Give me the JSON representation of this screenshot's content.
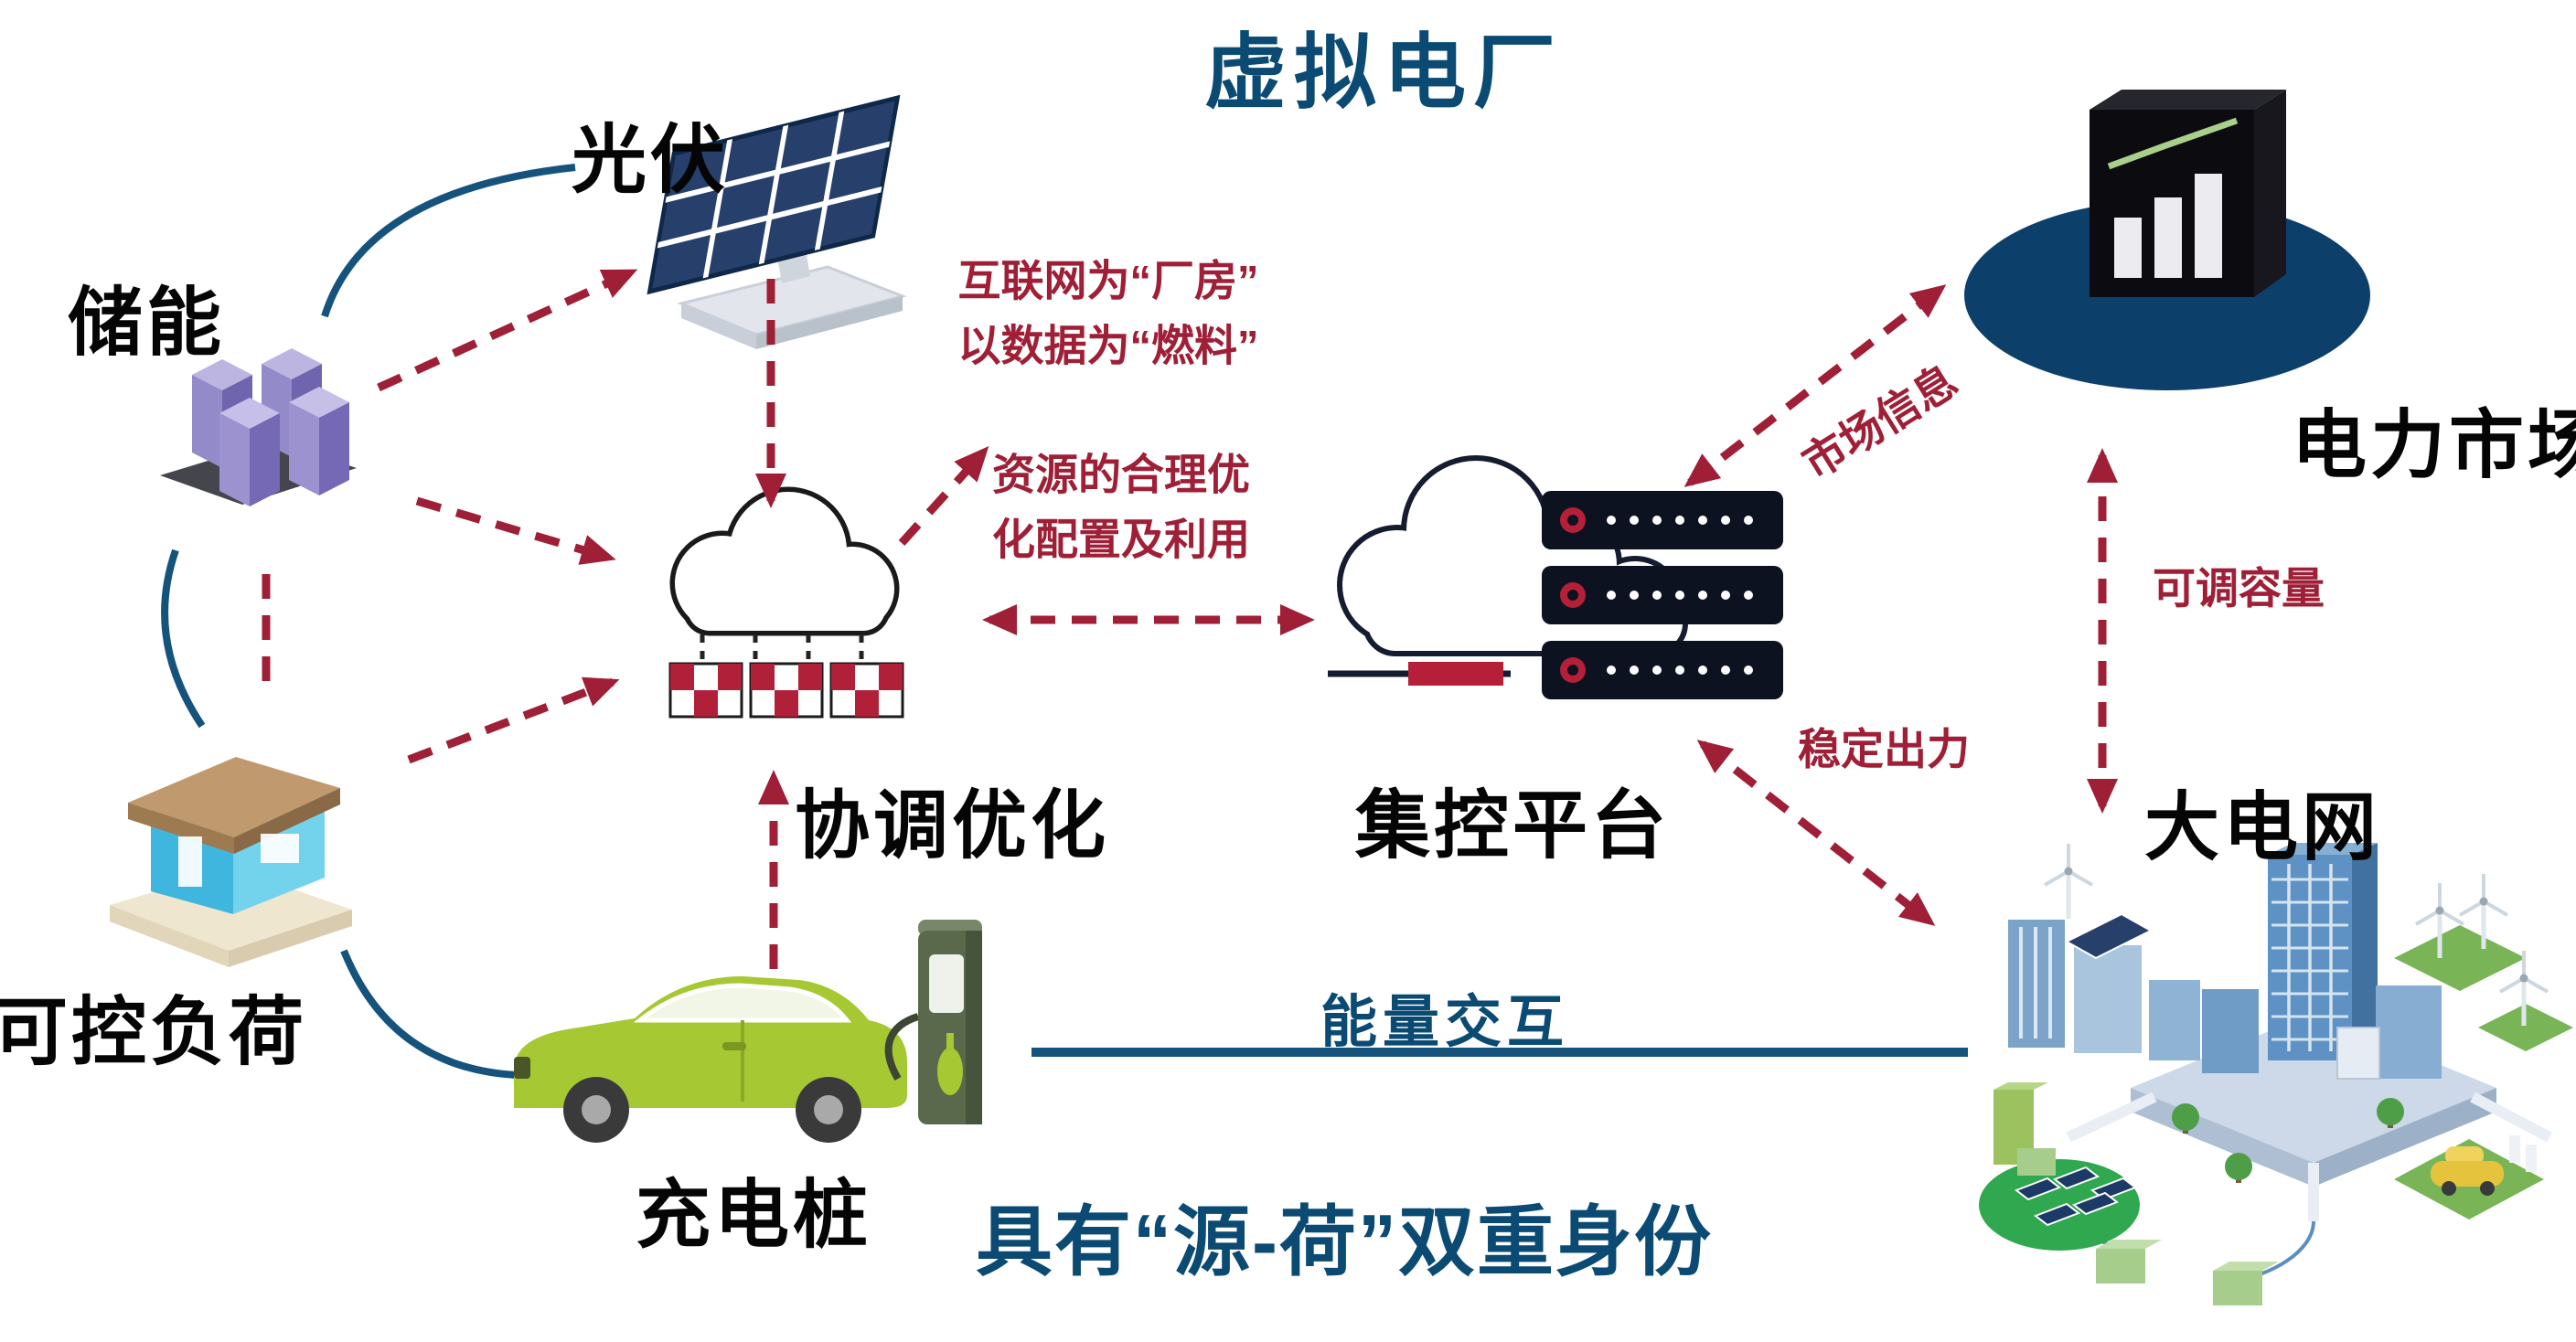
{
  "title": "虚拟电厂",
  "nodes": {
    "pv": {
      "label": "光伏"
    },
    "storage": {
      "label": "储能"
    },
    "load": {
      "label": "可控负荷"
    },
    "charger": {
      "label": "充电桩"
    },
    "coordination": {
      "label": "协调优化"
    },
    "platform": {
      "label": "集控平台"
    },
    "market": {
      "label": "电力市场"
    },
    "grid": {
      "label": "大电网"
    }
  },
  "annotations": {
    "internet_line1": "互联网为“厂房”",
    "internet_line2": "以数据为“燃料”",
    "resource_line1": "资源的合理优",
    "resource_line2": "化配置及利用",
    "market_info": "市场信息",
    "adjustable_capacity": "可调容量",
    "stable_output": "稳定出力",
    "energy_exchange": "能量交互",
    "dual_identity": "具有“源-荷”双重身份"
  },
  "colors": {
    "title_navy": "#0a4a73",
    "arrow_red": "#9f1f36",
    "line_blue": "#15537d",
    "label_black": "#050505"
  },
  "icons": [
    {
      "name": "solar-panel-icon"
    },
    {
      "name": "battery-storage-icon"
    },
    {
      "name": "house-load-icon"
    },
    {
      "name": "ev-car-icon"
    },
    {
      "name": "charging-pile-icon"
    },
    {
      "name": "coordination-cloud-icon"
    },
    {
      "name": "container-icon"
    },
    {
      "name": "platform-cloud-icon"
    },
    {
      "name": "server-rack-icon"
    },
    {
      "name": "market-chart-icon"
    },
    {
      "name": "smart-city-icon"
    }
  ]
}
